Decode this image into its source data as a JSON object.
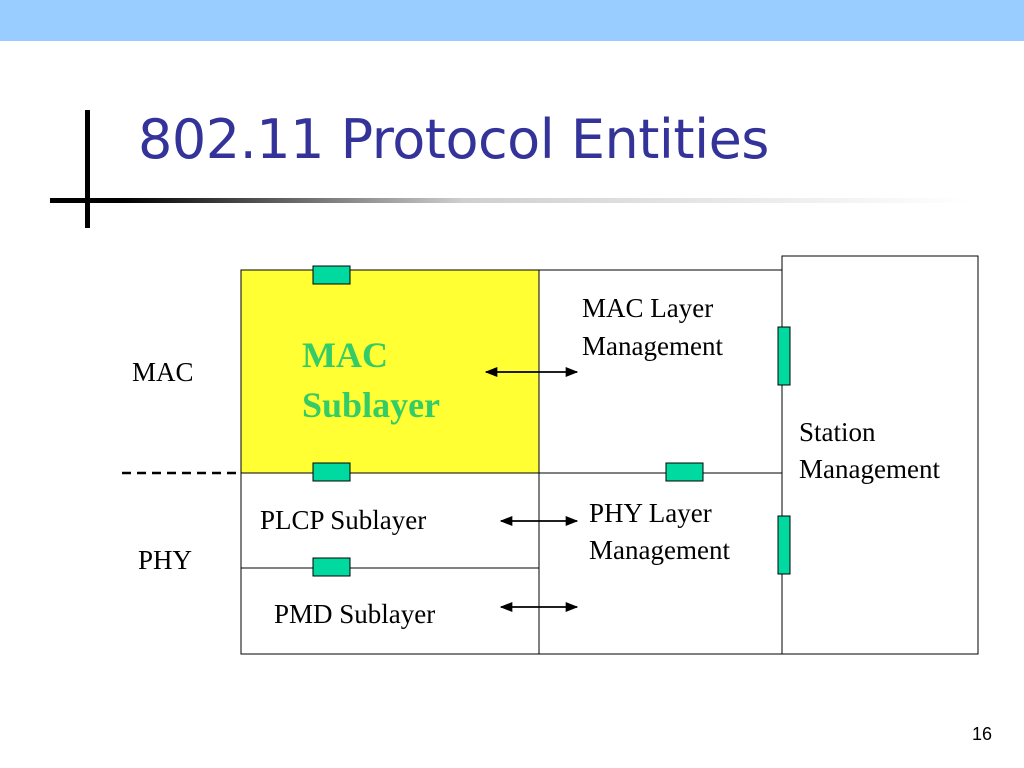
{
  "slide": {
    "title": "802.11 Protocol Entities",
    "page_number": "16"
  },
  "diagram": {
    "left_labels": {
      "mac": "MAC",
      "phy": "PHY"
    },
    "mac_sublayer": {
      "line1": "MAC",
      "line2": "Sublayer"
    },
    "plcp_sublayer": "PLCP Sublayer",
    "pmd_sublayer": "PMD Sublayer",
    "mac_layer_management": {
      "line1": "MAC Layer",
      "line2": "Management"
    },
    "phy_layer_management": {
      "line1": "PHY Layer",
      "line2": "Management"
    },
    "station_management": {
      "line1": "Station",
      "line2": "Management"
    },
    "colors": {
      "mac_sublayer_fill": "#ffff33",
      "mac_sublayer_text": "#33cc66",
      "sap_fill": "#00d9a0",
      "title": "#333399",
      "top_band": "#99ccff"
    }
  }
}
